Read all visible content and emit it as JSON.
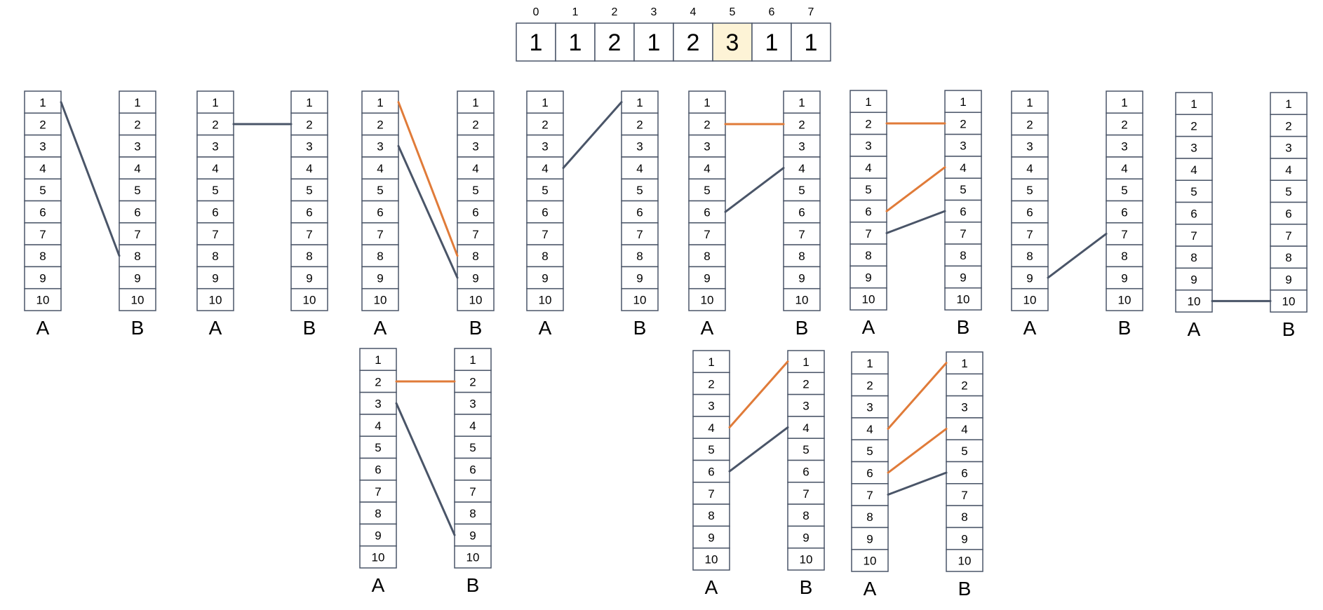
{
  "array": {
    "indices": [
      "0",
      "1",
      "2",
      "3",
      "4",
      "5",
      "6",
      "7"
    ],
    "values": [
      "1",
      "1",
      "2",
      "1",
      "2",
      "3",
      "1",
      "1"
    ],
    "highlight_index": 5
  },
  "column_labels": {
    "left": "A",
    "right": "B"
  },
  "row_labels": [
    "1",
    "2",
    "3",
    "4",
    "5",
    "6",
    "7",
    "8",
    "9",
    "10"
  ],
  "colors": {
    "edge": "#4a5568",
    "highlight_edge": "#e07b39",
    "highlight_cell": "#fdf3d6",
    "cell_border": "#4a5568"
  },
  "panels": [
    {
      "name": "panel-top-1",
      "edges": [
        {
          "from": 1,
          "to": 8,
          "color": "edge"
        }
      ]
    },
    {
      "name": "panel-top-2",
      "edges": [
        {
          "from": 2,
          "to": 2,
          "color": "edge"
        }
      ]
    },
    {
      "name": "panel-top-3",
      "edges": [
        {
          "from": 1,
          "to": 8,
          "color": "highlight_edge"
        },
        {
          "from": 3,
          "to": 9,
          "color": "edge"
        }
      ]
    },
    {
      "name": "panel-top-4",
      "edges": [
        {
          "from": 4,
          "to": 1,
          "color": "edge"
        }
      ]
    },
    {
      "name": "panel-top-5",
      "edges": [
        {
          "from": 2,
          "to": 2,
          "color": "highlight_edge"
        },
        {
          "from": 6,
          "to": 4,
          "color": "edge"
        }
      ]
    },
    {
      "name": "panel-top-6",
      "edges": [
        {
          "from": 2,
          "to": 2,
          "color": "highlight_edge"
        },
        {
          "from": 6,
          "to": 4,
          "color": "highlight_edge"
        },
        {
          "from": 7,
          "to": 6,
          "color": "edge"
        }
      ]
    },
    {
      "name": "panel-top-7",
      "edges": [
        {
          "from": 9,
          "to": 7,
          "color": "edge"
        }
      ]
    },
    {
      "name": "panel-top-8",
      "edges": [
        {
          "from": 10,
          "to": 10,
          "color": "edge"
        }
      ]
    },
    {
      "name": "panel-bottom-1",
      "edges": [
        {
          "from": 2,
          "to": 2,
          "color": "highlight_edge"
        },
        {
          "from": 3,
          "to": 9,
          "color": "edge"
        }
      ]
    },
    {
      "name": "panel-bottom-2",
      "edges": [
        {
          "from": 4,
          "to": 1,
          "color": "highlight_edge"
        },
        {
          "from": 6,
          "to": 4,
          "color": "edge"
        }
      ]
    },
    {
      "name": "panel-bottom-3",
      "edges": [
        {
          "from": 4,
          "to": 1,
          "color": "highlight_edge"
        },
        {
          "from": 6,
          "to": 4,
          "color": "highlight_edge"
        },
        {
          "from": 7,
          "to": 6,
          "color": "edge"
        }
      ]
    }
  ]
}
